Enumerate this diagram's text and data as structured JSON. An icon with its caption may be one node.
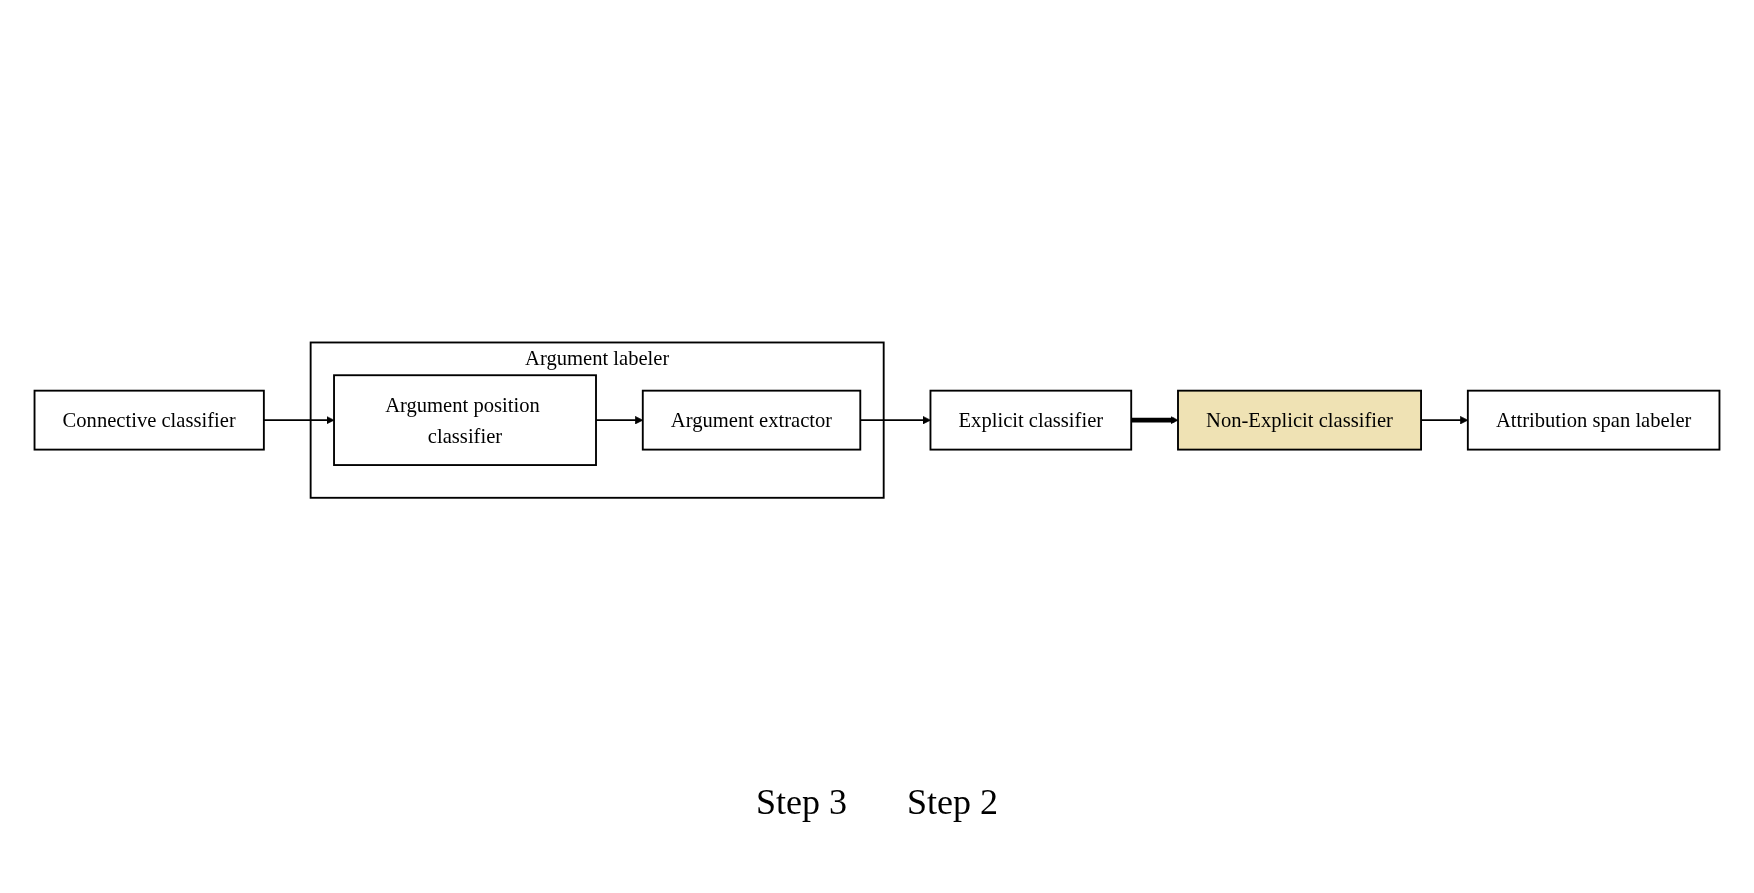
{
  "diagram": {
    "nodes": [
      {
        "text": [
          "Connective classifier"
        ]
      },
      {
        "text": [
          "Argument labeler"
        ]
      },
      {
        "text": [
          "Argument position classifier"
        ],
        "in": 1
      },
      {
        "text": [
          "Argument extractor"
        ],
        "in": 1
      },
      {
        "text": [
          "Explicit classifier"
        ]
      },
      {
        "text": [
          "Non-Explicit classifier"
        ]
      },
      {
        "text": [
          "Attribution span labeler"
        ]
      }
    ],
    "edges": [
      {
        "from": 0,
        "to": 2,
        "arrow": "to"
      },
      {
        "from": 2,
        "to": 3,
        "arrow": "to"
      },
      {
        "from": 3,
        "to": 4,
        "arrow": "to"
      },
      {
        "from": 4,
        "to": 5,
        "arrow": "to",
        "style": "thick"
      },
      {
        "from": 5,
        "to": 6,
        "arrow": "to"
      }
    ],
    "labels": [
      "Step 3",
      "Step 2"
    ]
  }
}
